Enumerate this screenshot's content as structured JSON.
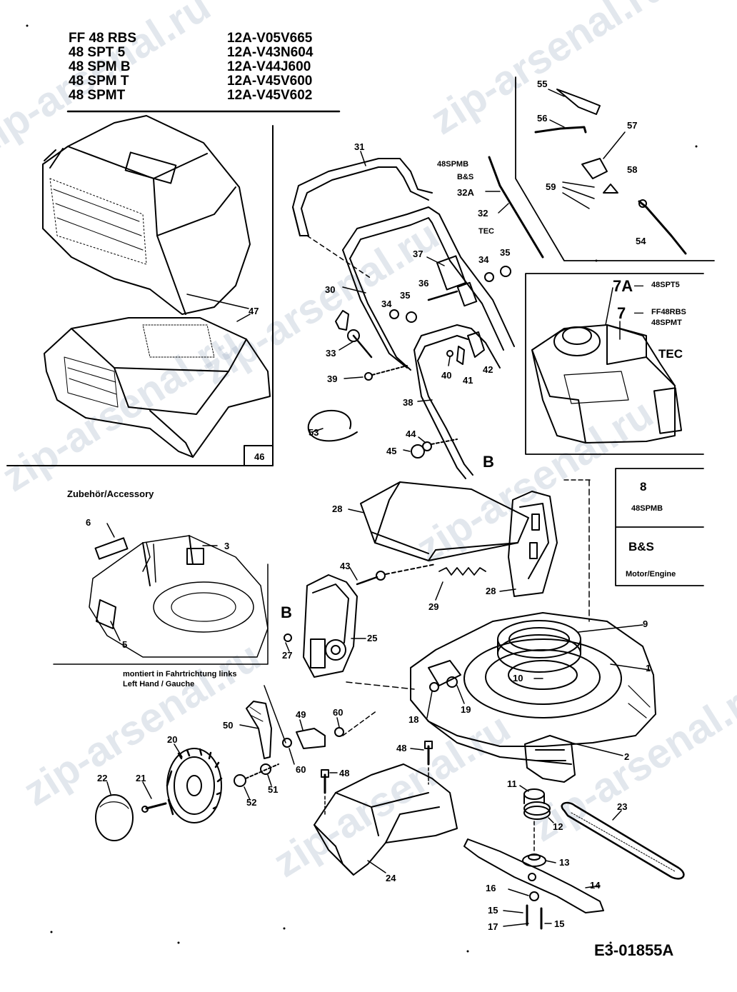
{
  "header": {
    "models": [
      "FF 48 RBS",
      "48 SPT 5",
      "48 SPM B",
      "48 SPM T",
      "48 SPMT"
    ],
    "codes": [
      "12A-V05V665",
      "12A-V43N604",
      "12A-V44J600",
      "12A-V45V600",
      "12A-V45V602"
    ]
  },
  "watermark": "zip-arsenal.ru",
  "callouts": {
    "c1": "1",
    "c2": "2",
    "c3": "3",
    "c5": "5",
    "c6": "6",
    "c7": "7",
    "c7a": "7A",
    "c8": "8",
    "c9": "9",
    "c10": "10",
    "c11": "11",
    "c12": "12",
    "c13": "13",
    "c14": "14",
    "c15a": "15",
    "c15b": "15",
    "c16": "16",
    "c17": "17",
    "c18": "18",
    "c19": "19",
    "c20": "20",
    "c21": "21",
    "c22": "22",
    "c23": "23",
    "c24": "24",
    "c25": "25",
    "c27": "27",
    "c28": "28",
    "c28b": "28",
    "c29": "29",
    "c30": "30",
    "c31": "31",
    "c32": "32",
    "c32a": "32A",
    "c33": "33",
    "c34a": "34",
    "c34b": "34",
    "c35a": "35",
    "c35b": "35",
    "c36": "36",
    "c37": "37",
    "c38": "38",
    "c39": "39",
    "c40": "40",
    "c41": "41",
    "c42": "42",
    "c43": "43",
    "c44": "44",
    "c45": "45",
    "c46": "46",
    "c47": "47",
    "c48a": "48",
    "c48b": "48",
    "c49": "49",
    "c50": "50",
    "c51": "51",
    "c52": "52",
    "c53": "53",
    "c54": "54",
    "c55": "55",
    "c56": "56",
    "c57": "57",
    "c58": "58",
    "c59": "59",
    "c60a": "60",
    "c60b": "60"
  },
  "notes": {
    "accessory": "Zubehör/Accessory",
    "left_hand_1": "montiert in Fahrtrichtung links",
    "left_hand_2": "Left Hand / Gauche",
    "b_marker_1": "B",
    "b_marker_2": "B",
    "note_48spmb_cable": "48SPMB",
    "note_bs": "B&S",
    "note_tec_cable": "TEC",
    "engine_7a_model": "48SPT5",
    "engine_7_model_1": "FF48RBS",
    "engine_7_model_2": "48SPMT",
    "engine_tec": "TEC",
    "engine_8_model": "48SPMB",
    "engine_8_brand": "B&S",
    "engine_8_label": "Motor/Engine",
    "dash": "—"
  },
  "drawing_code": "E3-01855A"
}
